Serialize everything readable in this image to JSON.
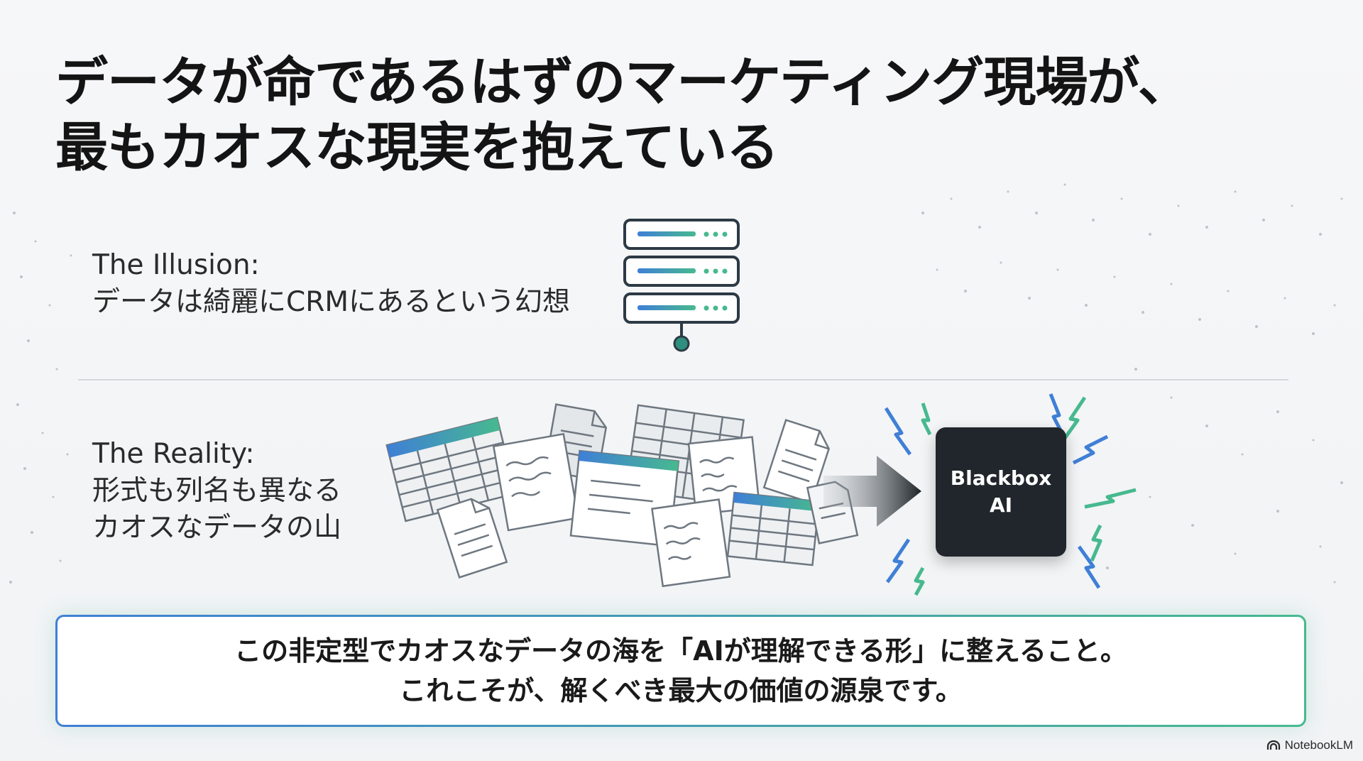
{
  "title": {
    "line1": "データが命であるはずのマーケティング現場が、",
    "line2": "最もカオスな現実を抱えている"
  },
  "illusion": {
    "heading": "The Illusion:",
    "description": "データは綺麗にCRMにあるという幻想"
  },
  "reality": {
    "heading": "The Reality:",
    "line1": "形式も列名も異なる",
    "line2": "カオスなデータの山"
  },
  "blackbox": {
    "line1": "Blackbox",
    "line2": "AI"
  },
  "callout": {
    "line1": "この非定型でカオスなデータの海を「AIが理解できる形」に整えること。",
    "line2": "これこそが、解くべき最大の価値の源泉です。"
  },
  "brand": {
    "name": "NotebookLM",
    "icon": "notebooklm-logo-icon"
  },
  "colors": {
    "blue": "#3f7fd6",
    "teal": "#47b98f",
    "dark": "#20262b"
  }
}
